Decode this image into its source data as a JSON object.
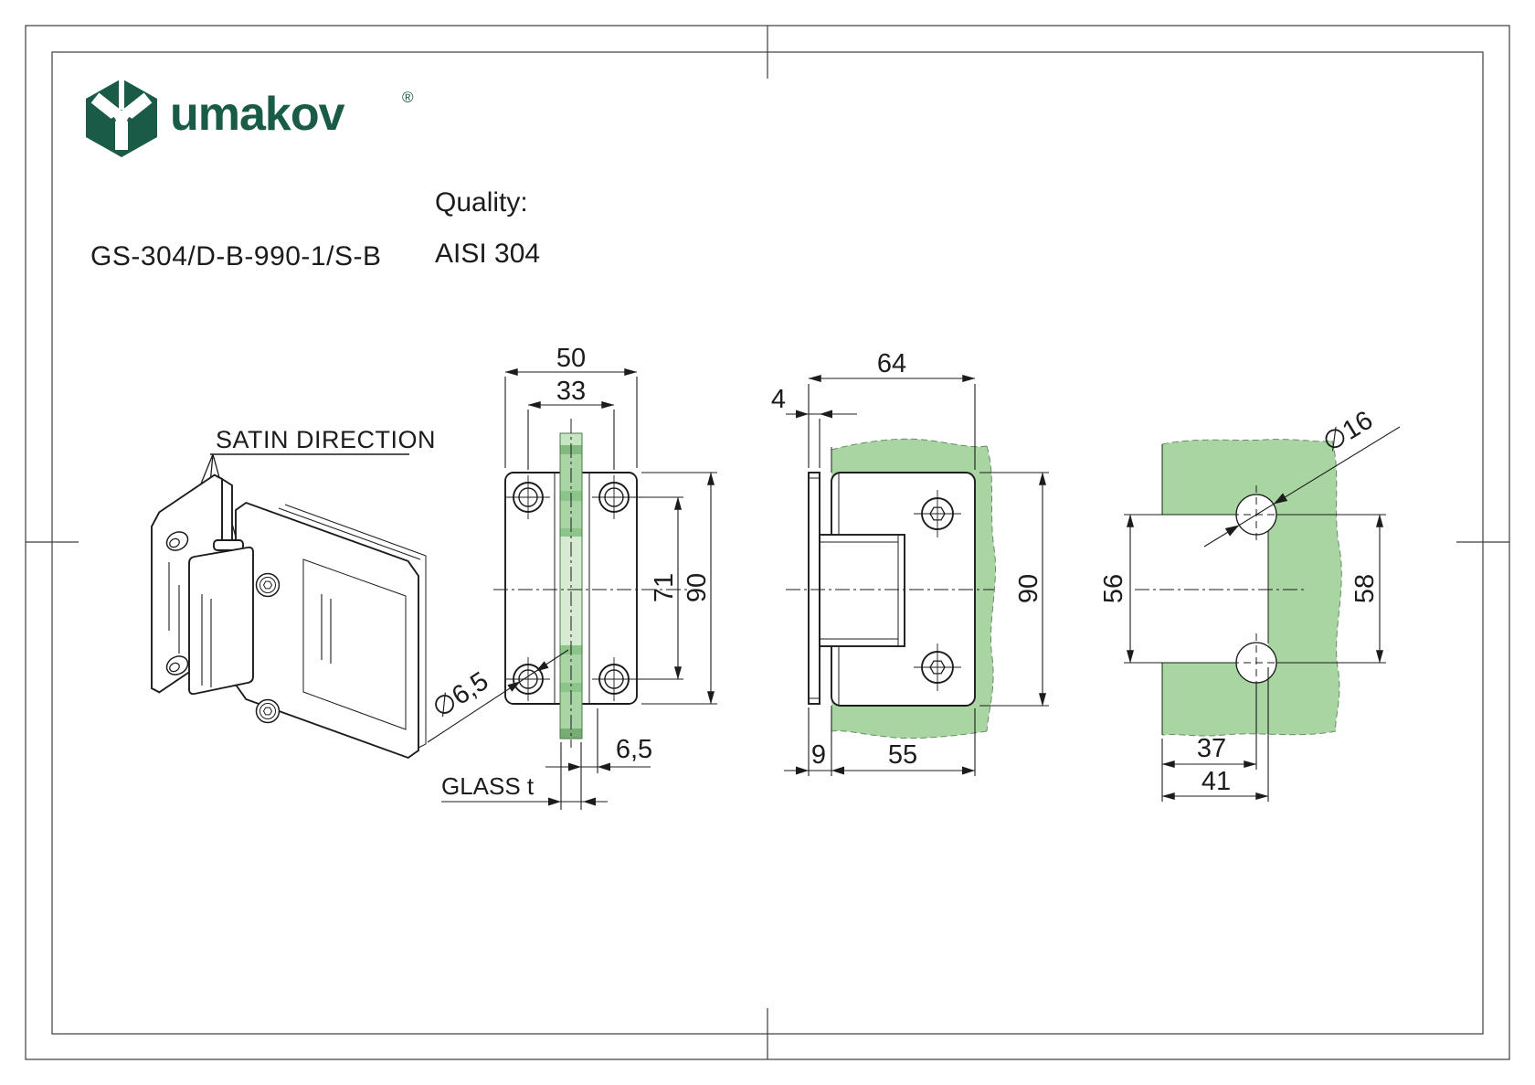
{
  "brand": {
    "logo_text": "umakov",
    "registered": "®",
    "brand_green": "#1a5b47"
  },
  "product": {
    "part_number": "GS-304/D-B-990-1/S-B",
    "quality_label": "Quality:",
    "quality_value": "AISI 304"
  },
  "iso_view": {
    "satin_label": "SATIN DIRECTION"
  },
  "front_view": {
    "dim_width": "50",
    "dim_hole_spacing_x": "33",
    "dim_hole_spacing_y": "71",
    "dim_height": "90",
    "dim_hole_dia": "∅6,5",
    "dim_glass_offset": "6,5",
    "dim_glass_label": "GLASS t"
  },
  "side_view": {
    "dim_width": "64",
    "dim_wall_plate": "4",
    "dim_height": "90",
    "dim_offset": "9",
    "dim_depth": "55"
  },
  "glass_view": {
    "dim_hole_dia": "∅16",
    "dim_notch_height": "56",
    "dim_hole_spacing": "58",
    "dim_hole_x": "37",
    "dim_notch_width": "41"
  },
  "colors": {
    "glass_green": "#a8d5a1",
    "glass_strip_pale": "#d6ebd2",
    "glass_strip_band": "#8cc589",
    "glass_strip_dark": "#77ad72"
  }
}
